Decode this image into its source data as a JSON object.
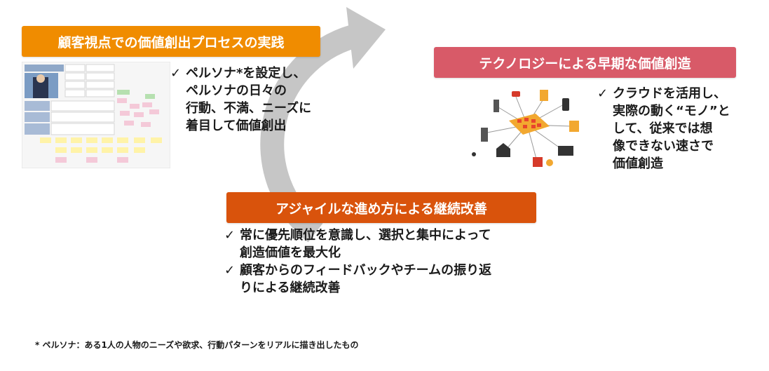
{
  "colors": {
    "orange": "#f08c00",
    "pink": "#d85a68",
    "deep_orange": "#d9530c",
    "cycle_gray": "#c6c6c6"
  },
  "icons": [
    "check-icon",
    "cycle-arrow",
    "persona-sheet-image",
    "iot-technology-illustration"
  ],
  "box1": {
    "title": "顧客視点での価値創出プロセスの実践",
    "bullets": [
      [
        "ペルソナ*を設定し、",
        "ペルソナの日々の",
        "行動、不満、ニーズに",
        "着目して価値創出"
      ]
    ]
  },
  "box2": {
    "title": "テクノロジーによる早期な価値創造",
    "bullets": [
      [
        "クラウドを活用し、",
        "実際の動く“モノ”と",
        "して、従来では想",
        "像できない速さで",
        "価値創造"
      ]
    ]
  },
  "box3": {
    "title": "アジャイルな進め方による継続改善",
    "bullets": [
      [
        "常に優先順位を意識し、選択と集中によって",
        "創造価値を最大化"
      ],
      [
        "顧客からのフィードバックやチームの振り返",
        "りによる継続改善"
      ]
    ]
  },
  "check_mark": "✓",
  "footnote": "* ペルソナ：ある1人の人物のニーズや欲求、行動パターンをリアルに描き出したもの"
}
